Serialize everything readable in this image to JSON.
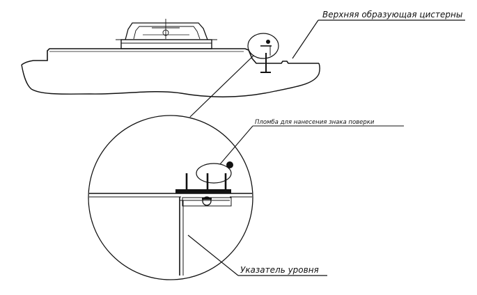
{
  "labels": {
    "tank_top_generatrix": "Верхняя образующая цистерны",
    "seal_for_verification_mark": "Пломба для нанесения знака поверки",
    "level_indicator": "Указатель уровня"
  },
  "colors": {
    "ink": "#111111",
    "background": "#ffffff"
  }
}
